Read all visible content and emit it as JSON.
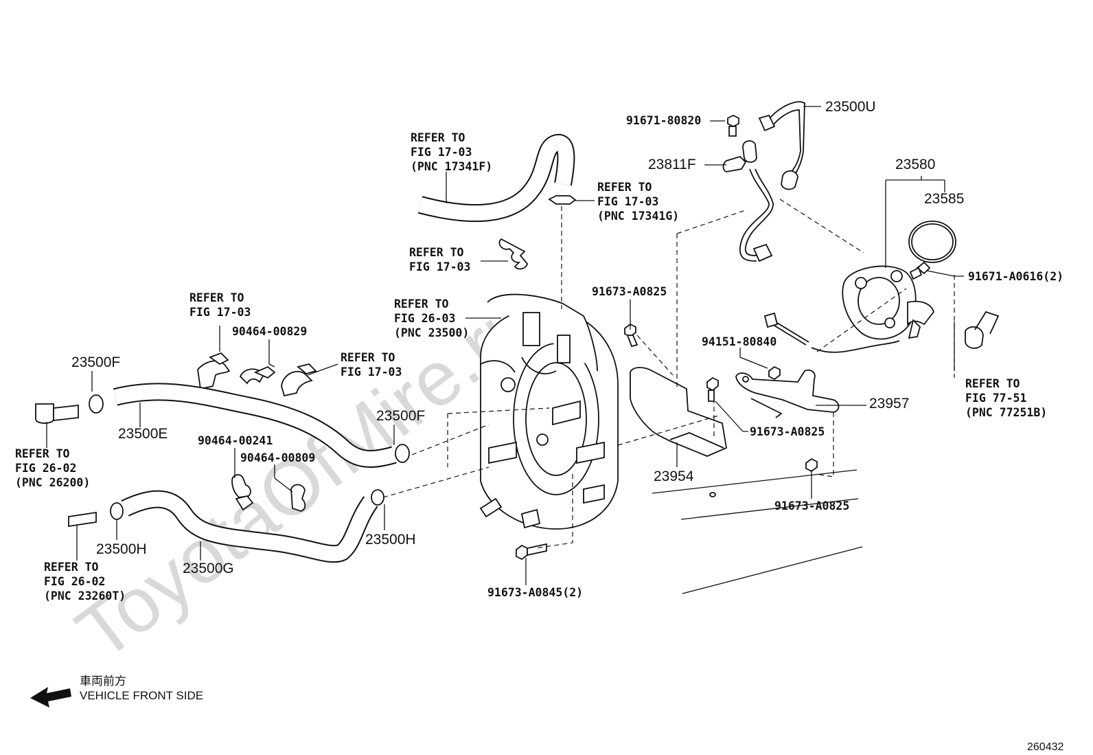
{
  "watermark": "ToyotaOfMire.ru",
  "labels": {
    "p23500U": "23500U",
    "p91671_80820": "91671-80820",
    "p23811F": "23811F",
    "p23580": "23580",
    "p23585": "23585",
    "p91671_A0616": "91671-A0616(2)",
    "ref_1734_F_1": "REFER TO",
    "ref_1734_F_2": "FIG 17-03",
    "ref_1734_F_3": "(PNC 17341F)",
    "ref_1734_G_1": "REFER TO",
    "ref_1734_G_2": "FIG 17-03",
    "ref_1734_G_3": "(PNC 17341G)",
    "ref_1703_a_1": "REFER TO",
    "ref_1703_a_2": "FIG 17-03",
    "p91673_A0825_a": "91673-A0825",
    "ref_2603_1": "REFER TO",
    "ref_2603_2": "FIG 26-03",
    "ref_2603_3": "(PNC 23500)",
    "ref_1703_b_1": "REFER TO",
    "ref_1703_b_2": "FIG 17-03",
    "p90464_00829": "90464-00829",
    "ref_1703_c_1": "REFER TO",
    "ref_1703_c_2": "FIG 17-03",
    "p94151_80840": "94151-80840",
    "p23500F_a": "23500F",
    "p23500E": "23500E",
    "p23500F_b": "23500F",
    "ref_2602_a_1": "REFER TO",
    "ref_2602_a_2": "FIG 26-02",
    "ref_2602_a_3": "(PNC 26200)",
    "p90464_00241": "90464-00241",
    "p90464_00809": "90464-00809",
    "p23957": "23957",
    "ref_7751_1": "REFER TO",
    "ref_7751_2": "FIG 77-51",
    "ref_7751_3": "(PNC 77251B)",
    "p91673_A0825_b": "91673-A0825",
    "p23954": "23954",
    "p91673_A0825_c": "91673-A0825",
    "p23500H_a": "23500H",
    "p23500H_b": "23500H",
    "p23500G": "23500G",
    "ref_2602_b_1": "REFER TO",
    "ref_2602_b_2": "FIG 26-02",
    "ref_2602_b_3": "(PNC 23260T)",
    "p91673_A0845": "91673-A0845(2)"
  },
  "direction": {
    "jp": "車両前方",
    "en": "VEHICLE FRONT SIDE"
  },
  "figure_number": "260432"
}
